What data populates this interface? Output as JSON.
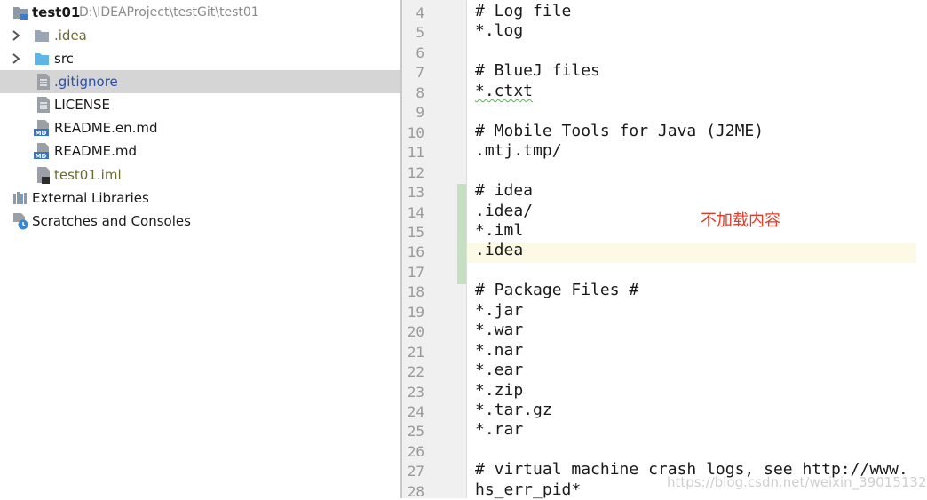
{
  "project_tree": {
    "root": {
      "name": "test01",
      "path": "D:\\IDEAProject\\testGit\\test01"
    },
    "items": [
      {
        "label": ".idea",
        "icon": "folder-icon",
        "color": "#6b6b2d"
      },
      {
        "label": "src",
        "icon": "source-folder-icon",
        "color": "#1a1a1a"
      },
      {
        "label": ".gitignore",
        "icon": "text-file-icon",
        "color": "#2a4fb0"
      },
      {
        "label": "LICENSE",
        "icon": "text-file-icon",
        "color": "#1a1a1a"
      },
      {
        "label": "README.en.md",
        "icon": "markdown-file-icon",
        "color": "#1a1a1a"
      },
      {
        "label": "README.md",
        "icon": "markdown-file-icon",
        "color": "#1a1a1a"
      },
      {
        "label": "test01.iml",
        "icon": "module-file-icon",
        "color": "#6b6b2d"
      },
      {
        "label": "External Libraries",
        "icon": "libraries-icon",
        "color": "#1a1a1a"
      },
      {
        "label": "Scratches and Consoles",
        "icon": "scratches-icon",
        "color": "#1a1a1a"
      }
    ]
  },
  "editor": {
    "current_line": 16,
    "lines": [
      {
        "num": "4",
        "text": "# Log file"
      },
      {
        "num": "5",
        "text": "*.log"
      },
      {
        "num": "6",
        "text": ""
      },
      {
        "num": "7",
        "text": "# BlueJ files"
      },
      {
        "num": "8",
        "text": "*.ctxt"
      },
      {
        "num": "9",
        "text": ""
      },
      {
        "num": "10",
        "text": "# Mobile Tools for Java (J2ME)"
      },
      {
        "num": "11",
        "text": ".mtj.tmp/"
      },
      {
        "num": "12",
        "text": ""
      },
      {
        "num": "13",
        "text": "# idea"
      },
      {
        "num": "14",
        "text": ".idea/"
      },
      {
        "num": "15",
        "text": "*.iml"
      },
      {
        "num": "16",
        "text": ".idea"
      },
      {
        "num": "17",
        "text": ""
      },
      {
        "num": "18",
        "text": "# Package Files #"
      },
      {
        "num": "19",
        "text": "*.jar"
      },
      {
        "num": "20",
        "text": "*.war"
      },
      {
        "num": "21",
        "text": "*.nar"
      },
      {
        "num": "22",
        "text": "*.ear"
      },
      {
        "num": "23",
        "text": "*.zip"
      },
      {
        "num": "24",
        "text": "*.tar.gz"
      },
      {
        "num": "25",
        "text": "*.rar"
      },
      {
        "num": "26",
        "text": ""
      },
      {
        "num": "27",
        "text": "# virtual machine crash logs, see http://www."
      },
      {
        "num": "28",
        "text": "hs_err_pid*"
      }
    ]
  },
  "annotation": {
    "text": "不加载内容",
    "color": "#e03c2a"
  },
  "watermark": {
    "text": "https://blog.csdn.net/weixin_39015132"
  }
}
